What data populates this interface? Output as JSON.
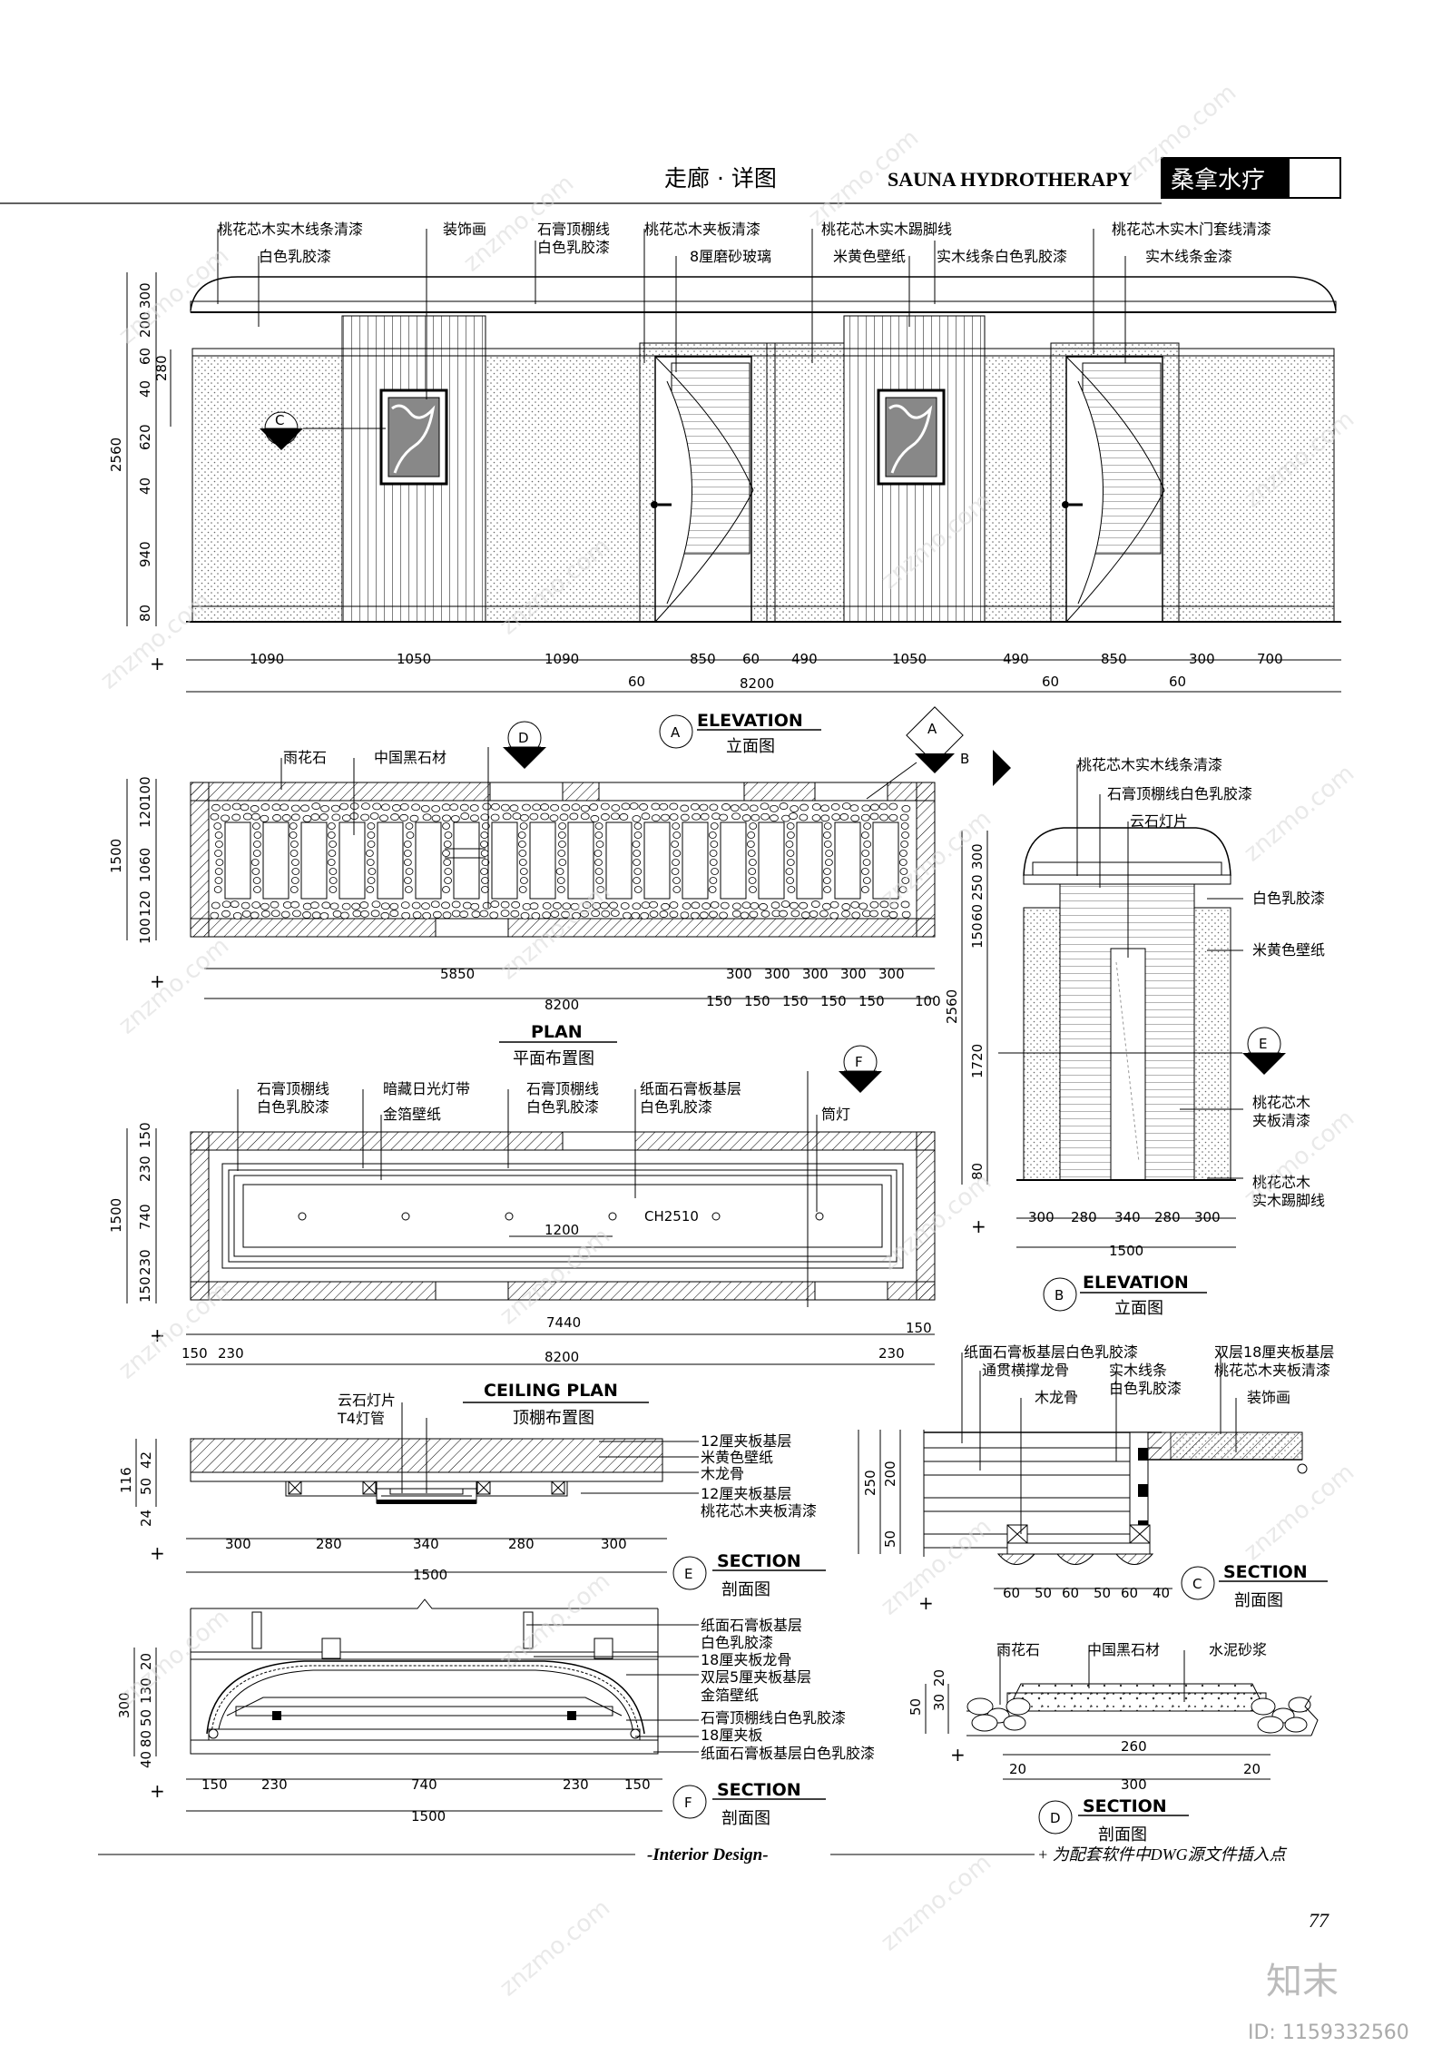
{
  "header": {
    "title_cn": "走廊 · 详图",
    "title_en": "SAUNA HYDROTHERAPY",
    "badge": "桑拿水疗"
  },
  "elevation_a": {
    "labels_top": [
      "桃花芯木实木线条清漆",
      "白色乳胶漆",
      "装饰画",
      "石膏顶棚线",
      "白色乳胶漆",
      "桃花芯木夹板清漆",
      "8厘磨砂玻璃",
      "桃花芯木实木踢脚线",
      "米黄色壁纸",
      "实木线条白色乳胶漆",
      "桃花芯木实木门套线清漆",
      "实木线条金漆"
    ],
    "dims_left": [
      "300",
      "200",
      "60",
      "40",
      "280",
      "620",
      "40",
      "940",
      "80",
      "2560"
    ],
    "dims_bottom": [
      "1090",
      "1050",
      "1090",
      "850",
      "60",
      "490",
      "1050",
      "490",
      "850",
      "300",
      "700"
    ],
    "dims_bottom2": [
      "60",
      "60",
      "60"
    ],
    "total": "8200",
    "tag": "A",
    "section_c": "C",
    "title_en": "ELEVATION",
    "title_cn": "立面图"
  },
  "plan": {
    "labels": [
      "雨花石",
      "中国黑石材"
    ],
    "dims_left": [
      "100",
      "120",
      "1060",
      "120",
      "100",
      "1500"
    ],
    "dims_bottom": [
      "5850",
      "300",
      "300",
      "300",
      "300",
      "300"
    ],
    "dims_bottom2": [
      "150",
      "150",
      "150",
      "150",
      "150"
    ],
    "dim_right": "100",
    "total": "8200",
    "tag_d": "D",
    "tag_a": "A",
    "tag_b": "B",
    "title_en": "PLAN",
    "title_cn": "平面布置图"
  },
  "elevation_b": {
    "labels": [
      "桃花芯木实木线条清漆",
      "石膏顶棚线白色乳胶漆",
      "云石灯片",
      "白色乳胶漆",
      "米黄色壁纸",
      "桃花芯木",
      "夹板清漆",
      "桃花芯木",
      "实木踢脚线"
    ],
    "dims_left": [
      "300",
      "250",
      "60",
      "150",
      "1720",
      "80",
      "2560"
    ],
    "dims_bottom": [
      "300",
      "280",
      "340",
      "280",
      "300"
    ],
    "total": "1500",
    "tag": "B",
    "section_e": "E",
    "title_en": "ELEVATION",
    "title_cn": "立面图"
  },
  "ceiling": {
    "labels": [
      "石膏顶棚线",
      "白色乳胶漆",
      "暗藏日光灯带",
      "金箔壁纸",
      "石膏顶棚线",
      "白色乳胶漆",
      "纸面石膏板基层",
      "白色乳胶漆",
      "筒灯"
    ],
    "dims_left": [
      "150",
      "230",
      "740",
      "230",
      "150",
      "1500"
    ],
    "dims_bottom": [
      "150",
      "230",
      "7440",
      "230",
      "150"
    ],
    "dim_1200": "1200",
    "height": "CH2510",
    "total": "8200",
    "tag_f": "F",
    "title_en": "CEILING PLAN",
    "title_cn": "顶棚布置图"
  },
  "section_e": {
    "labels_top": [
      "云石灯片",
      "T4灯管"
    ],
    "labels_right": [
      "12厘夹板基层",
      "米黄色壁纸",
      "木龙骨",
      "12厘夹板基层",
      "桃花芯木夹板清漆"
    ],
    "dims_left": [
      "42",
      "116",
      "50",
      "24"
    ],
    "dims_bottom": [
      "300",
      "280",
      "340",
      "280",
      "300"
    ],
    "total": "1500",
    "tag": "E",
    "title_en": "SECTION",
    "title_cn": "剖面图"
  },
  "section_c": {
    "labels": [
      "纸面石膏板基层白色乳胶漆",
      "通贯横撑龙骨",
      "实木线条",
      "白色乳胶漆",
      "木龙骨",
      "双层18厘夹板基层",
      "桃花芯木夹板清漆",
      "装饰画"
    ],
    "dims_left": [
      "250",
      "200",
      "50"
    ],
    "dims_bottom": [
      "60",
      "50",
      "60",
      "50",
      "60",
      "40"
    ],
    "tag": "C",
    "title_en": "SECTION",
    "title_cn": "剖面图"
  },
  "section_f": {
    "labels": [
      "纸面石膏板基层",
      "白色乳胶漆",
      "18厘夹板龙骨",
      "双层5厘夹板基层",
      "金箔壁纸",
      "石膏顶棚线白色乳胶漆",
      "18厘夹板",
      "纸面石膏板基层白色乳胶漆"
    ],
    "dims_left": [
      "20",
      "130",
      "50",
      "80",
      "40",
      "300"
    ],
    "dims_bottom": [
      "150",
      "230",
      "740",
      "230",
      "150"
    ],
    "total": "1500",
    "tag": "F",
    "title_en": "SECTION",
    "title_cn": "剖面图"
  },
  "section_d": {
    "labels": [
      "雨花石",
      "中国黑石材",
      "水泥砂浆"
    ],
    "dims_left": [
      "50",
      "20",
      "30"
    ],
    "dims_bottom": [
      "260",
      "20",
      "20",
      "300"
    ],
    "tag": "D",
    "title_en": "SECTION",
    "title_cn": "剖面图"
  },
  "footer": {
    "center": "-Interior Design-",
    "note": "+ 为配套软件中DWG源文件插入点",
    "page": "77",
    "brand": "知末",
    "id": "ID: 1159332560"
  },
  "watermark": "znzmo.com"
}
